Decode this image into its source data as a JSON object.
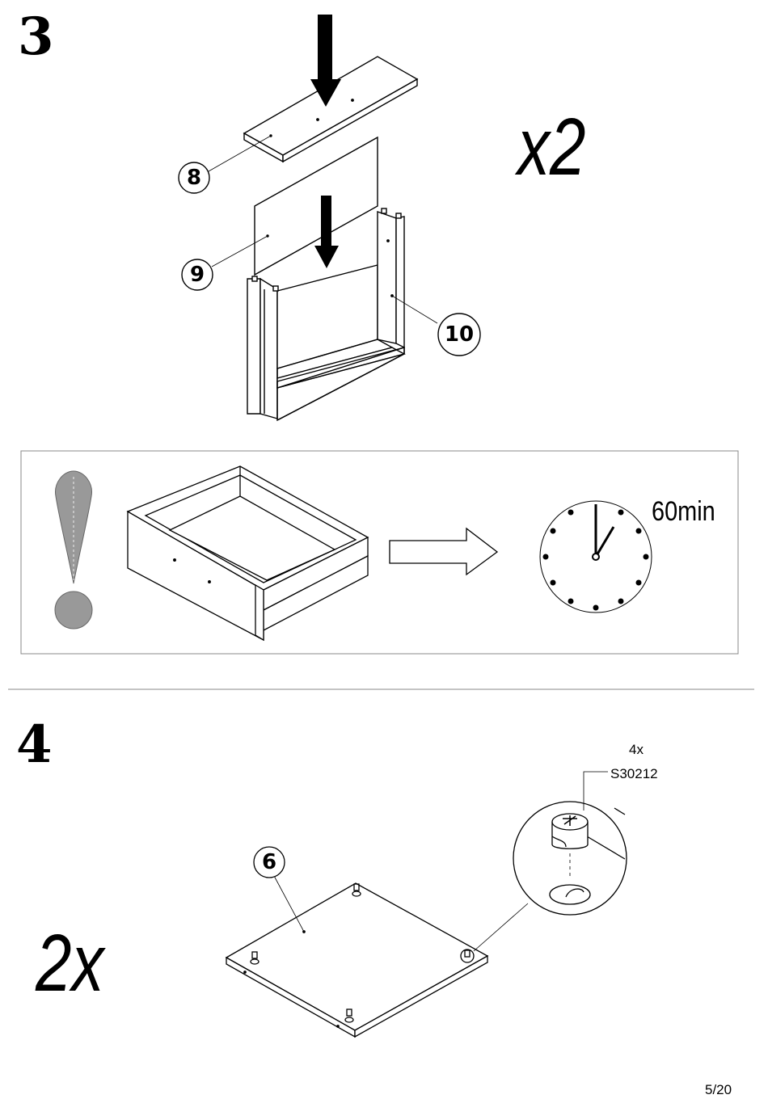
{
  "step3": {
    "number": "3",
    "multiplier": "x2",
    "parts": [
      "8",
      "9",
      "10"
    ]
  },
  "warning": {
    "wait_time": "60min",
    "icons": [
      "exclamation-icon",
      "drawer-icon",
      "arrow-right-icon",
      "clock-icon"
    ]
  },
  "step4": {
    "number": "4",
    "multiplier": "2x",
    "part": "6",
    "fitting_count": "4x",
    "fitting_code": "S30212"
  },
  "footer": {
    "page": "5/20"
  }
}
